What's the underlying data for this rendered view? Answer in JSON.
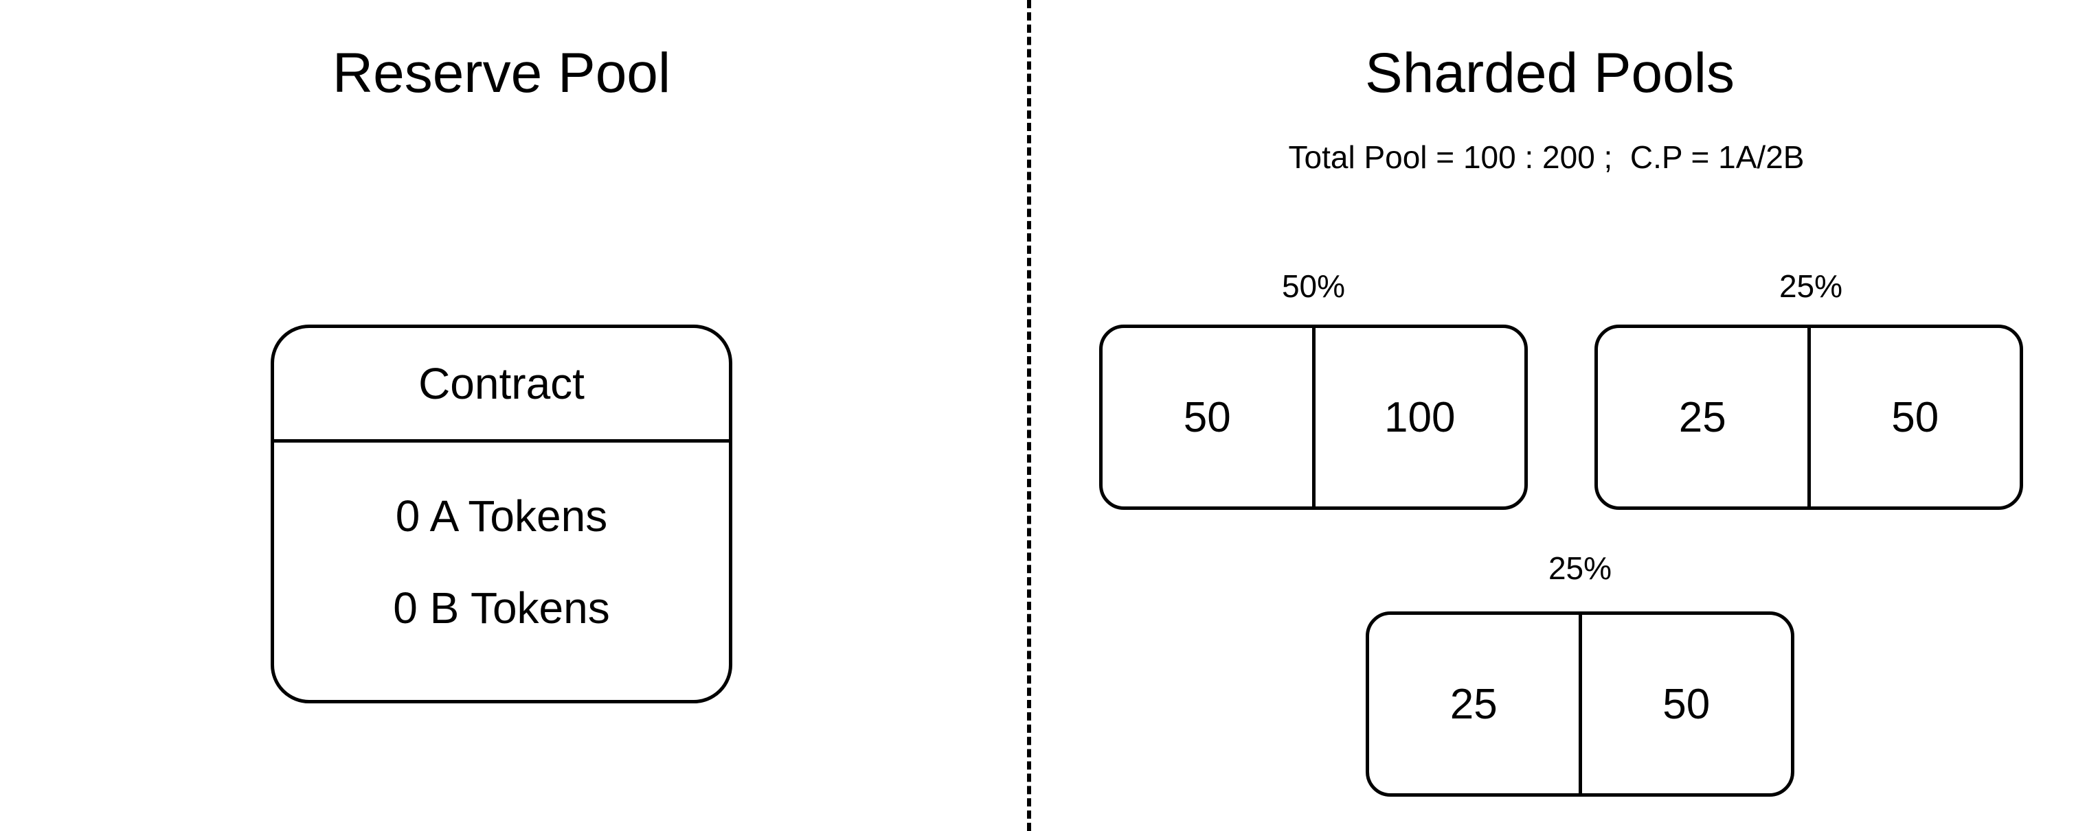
{
  "reserve": {
    "title": "Reserve Pool",
    "contract": {
      "header": "Contract",
      "lines": [
        "0 A Tokens",
        "0 B Tokens"
      ]
    }
  },
  "sharded": {
    "title": "Sharded Pools",
    "summary": "Total Pool = 100 : 200 ;  C.P = 1A/2B",
    "shards": [
      {
        "label": "50%",
        "a": "50",
        "b": "100"
      },
      {
        "label": "25%",
        "a": "25",
        "b": "50"
      },
      {
        "label": "25%",
        "a": "25",
        "b": "50"
      }
    ]
  }
}
